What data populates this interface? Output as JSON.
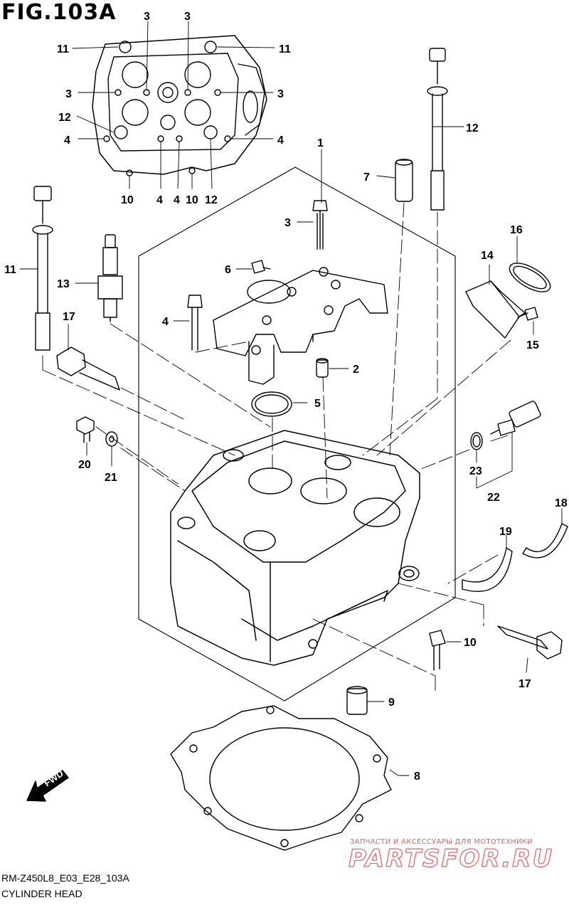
{
  "figure": {
    "title": "FIG.103A",
    "code": "RM-Z450L8_E03_E28_103A",
    "name": "CYLINDER HEAD"
  },
  "fwd_label": "FWD",
  "watermark": {
    "subtitle": "ЗАПЧАСТИ И АКСЕССУАРЫ ДЛЯ МОТОТЕХНИКИ",
    "logo_text": "PARTSFOR.RU",
    "color": "#e36a6a"
  },
  "callouts": {
    "c1": "1",
    "c2": "2",
    "c3a": "3",
    "c3b": "3",
    "c3c": "3",
    "c3d": "3",
    "c3e": "3",
    "c4a": "4",
    "c4b": "4",
    "c4c": "4",
    "c4d": "4",
    "c4e": "4",
    "c5": "5",
    "c6": "6",
    "c7": "7",
    "c8": "8",
    "c9": "9",
    "c10a": "10",
    "c10b": "10",
    "c10c": "10",
    "c11a": "11",
    "c11b": "11",
    "c11c": "11",
    "c12a": "12",
    "c12b": "12",
    "c12c": "12",
    "c13": "13",
    "c14": "14",
    "c15": "15",
    "c16": "16",
    "c17a": "17",
    "c17b": "17",
    "c18": "18",
    "c19": "19",
    "c20": "20",
    "c21": "21",
    "c22": "22",
    "c23": "23"
  }
}
